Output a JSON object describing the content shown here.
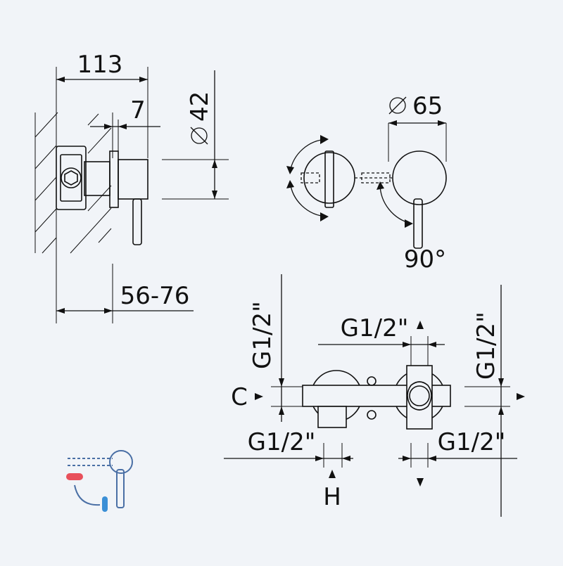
{
  "dimensions": {
    "width_total": "113",
    "flange": "7",
    "diameter_small": "42",
    "diameter_large": "65",
    "depth_range": "56-76",
    "angle": "90°",
    "g_top": "G1/2\"",
    "g_left_vertical": "G1/2\"",
    "g_right_vertical": "G1/2\"",
    "g_bottom_left": "G1/2\"",
    "g_bottom_right": "G1/2\"",
    "label_c": "C",
    "label_h": "H"
  },
  "icon_colors": {
    "hot": "#e8505b",
    "cold": "#3b8fd6",
    "outline": "#4a6fa5"
  }
}
